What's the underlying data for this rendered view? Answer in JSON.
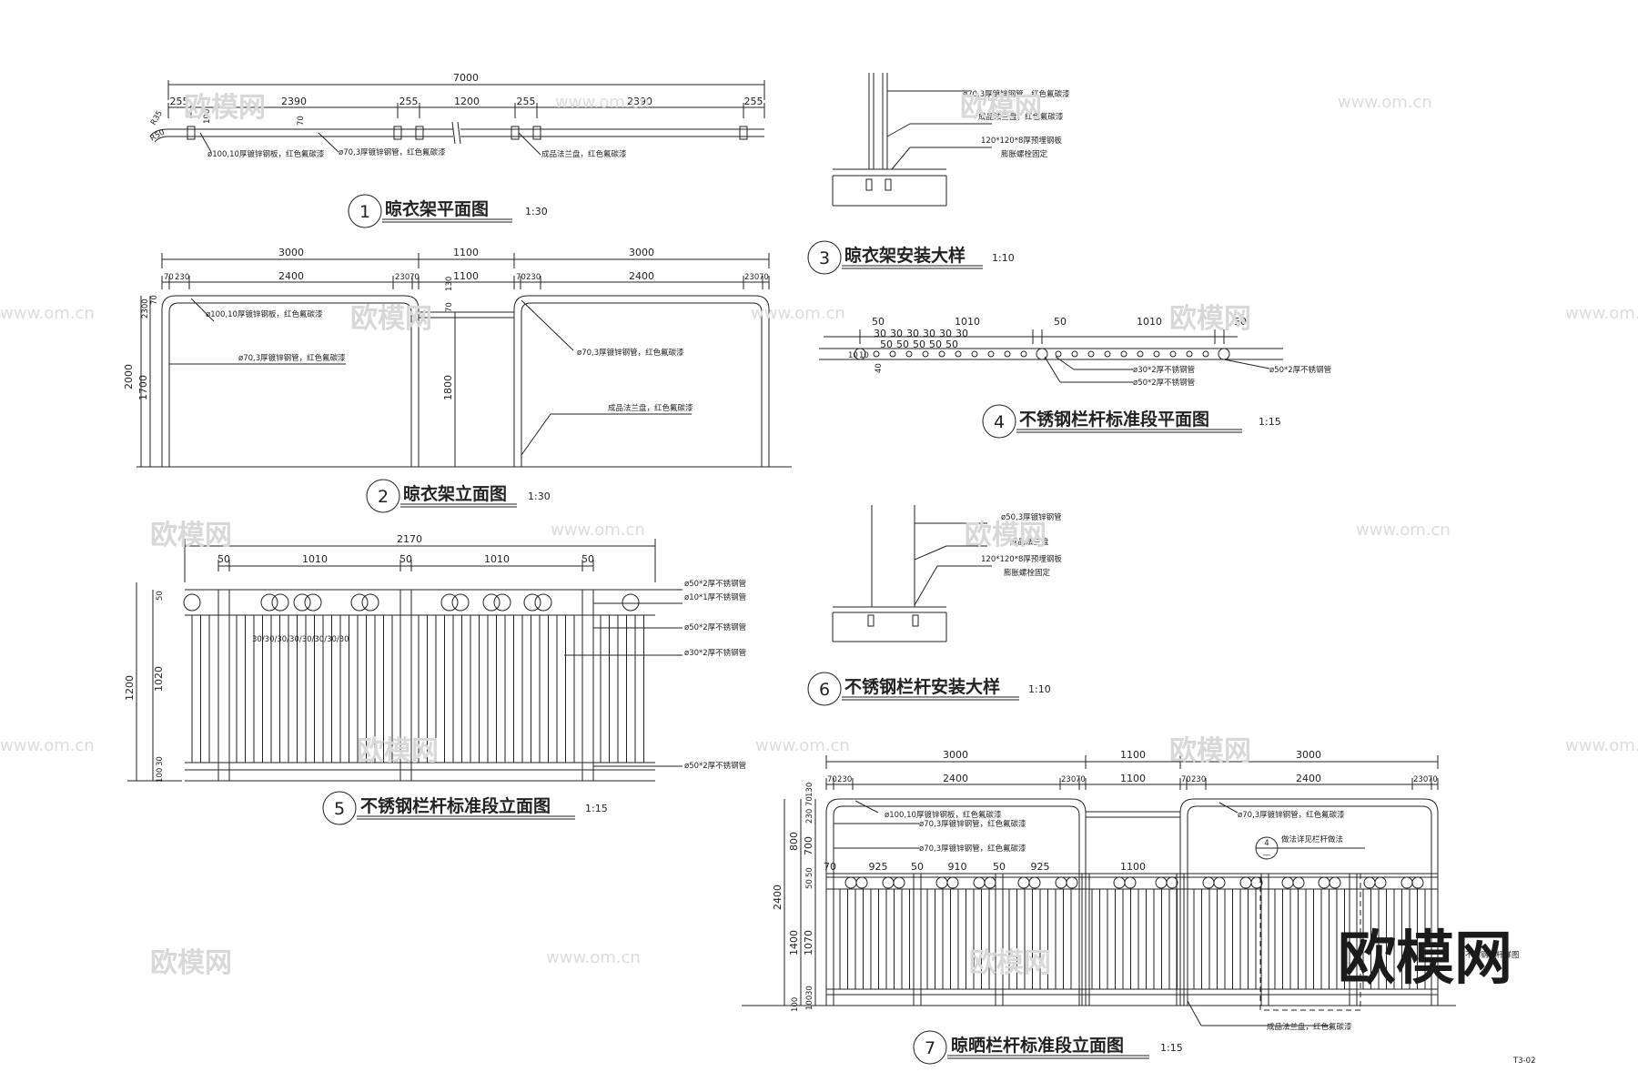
{
  "views": {
    "v1": {
      "num": "1",
      "title": "晾衣架平面图",
      "scale": "1:30"
    },
    "v2": {
      "num": "2",
      "title": "晾衣架立面图",
      "scale": "1:30"
    },
    "v3": {
      "num": "3",
      "title": "晾衣架安装大样",
      "scale": "1:10"
    },
    "v4": {
      "num": "4",
      "title": "不锈钢栏杆标准段平面图",
      "scale": "1:15"
    },
    "v5": {
      "num": "5",
      "title": "不锈钢栏杆标准段立面图",
      "scale": "1:15"
    },
    "v6": {
      "num": "6",
      "title": "不锈钢栏杆安装大样",
      "scale": "1:10"
    },
    "v7": {
      "num": "7",
      "title": "晾晒栏杆标准段立面图",
      "scale": "1:15"
    }
  },
  "v1": {
    "total": "7000",
    "segs": [
      "255",
      "2390",
      "255",
      "1200",
      "255",
      "2390",
      "255"
    ],
    "r35": "R35",
    "r50": "R50",
    "d100": "100",
    "d70": "70",
    "n1": "ø100,10厚镀锌钢板，红色氟碳漆",
    "n2": "ø70,3厚镀锌钢管，红色氟碳漆",
    "n3": "成品法兰盘，红色氟碳漆"
  },
  "v2": {
    "top": [
      "3000",
      "1100",
      "3000"
    ],
    "sub": [
      "70",
      "230",
      "2400",
      "230",
      "70",
      "1100",
      "70",
      "230",
      "2400",
      "230",
      "70"
    ],
    "left": [
      "2300",
      "2000",
      "1700",
      "70"
    ],
    "mid": [
      "130",
      "70",
      "1800"
    ],
    "n1": "ø100,10厚镀锌钢板，红色氟碳漆",
    "n2": "ø70,3厚镀锌钢管，红色氟碳漆",
    "n3": "ø70,3厚镀锌钢管，红色氟碳漆",
    "n4": "成品法兰盘，红色氟碳漆"
  },
  "v3": {
    "n1": "ø70,3厚镀锌钢管，红色氟碳漆",
    "n2": "成品法兰盘，红色氟碳漆",
    "n3": "120*120*8厚预埋钢板",
    "n4": "膨胀螺栓固定"
  },
  "v4": {
    "top": [
      "50",
      "1010",
      "50",
      "1010",
      "50"
    ],
    "sub": [
      "30",
      "30",
      "30",
      "30",
      "30",
      "30"
    ],
    "sub2": [
      "50",
      "50",
      "50",
      "50",
      "50"
    ],
    "left": [
      "10",
      "40",
      "10"
    ],
    "n1": "ø30*2厚不锈钢管",
    "n2": "ø50*2厚不锈钢管",
    "n3": "ø50*2厚不锈钢管"
  },
  "v5": {
    "total": "2170",
    "top": [
      "50",
      "1010",
      "50",
      "1010",
      "50"
    ],
    "left": [
      "1200",
      "50",
      "1020",
      "100",
      "30"
    ],
    "pitch": "30/30/30/30/30/30/30/30",
    "n1": "ø50*2厚不锈钢管",
    "n2": "ø10*1厚不锈钢管",
    "n3": "ø50*2厚不锈钢管",
    "n4": "ø30*2厚不锈钢管",
    "n5": "ø50*2厚不锈钢管"
  },
  "v6": {
    "n1": "ø50,3厚镀锌钢管",
    "n2": "成品法兰盘",
    "n3": "120*120*8厚预埋钢板",
    "n4": "膨胀螺栓固定"
  },
  "v7": {
    "top": [
      "3000",
      "1100",
      "3000"
    ],
    "sub": [
      "70",
      "230",
      "2400",
      "230",
      "70",
      "1100",
      "70",
      "230",
      "2400",
      "230",
      "70"
    ],
    "row": [
      "70",
      "925",
      "50",
      "910",
      "50",
      "925",
      "1100"
    ],
    "left": [
      "2400",
      "800",
      "1400",
      "100"
    ],
    "left2": [
      "130",
      "70",
      "230",
      "700",
      "50",
      "50",
      "1070",
      "30",
      "100"
    ],
    "n1": "ø100,10厚镀锌钢板，红色氟碳漆",
    "n2": "ø70,3厚镀锌钢管，红色氟碳漆",
    "n3": "ø70,3厚镀锌钢管，红色氟碳漆",
    "n4": "成品法兰盘，红色氟碳漆",
    "n5": "做法详见栏杆做法",
    "n6": "不锈钢栏杆详图",
    "callout_top": "4",
    "callout_bot": "—"
  },
  "sheet_no": "T3-02",
  "watermark": {
    "brand": "欧模网",
    "url": "www.om.cn",
    "url2": "www.om.cn"
  }
}
